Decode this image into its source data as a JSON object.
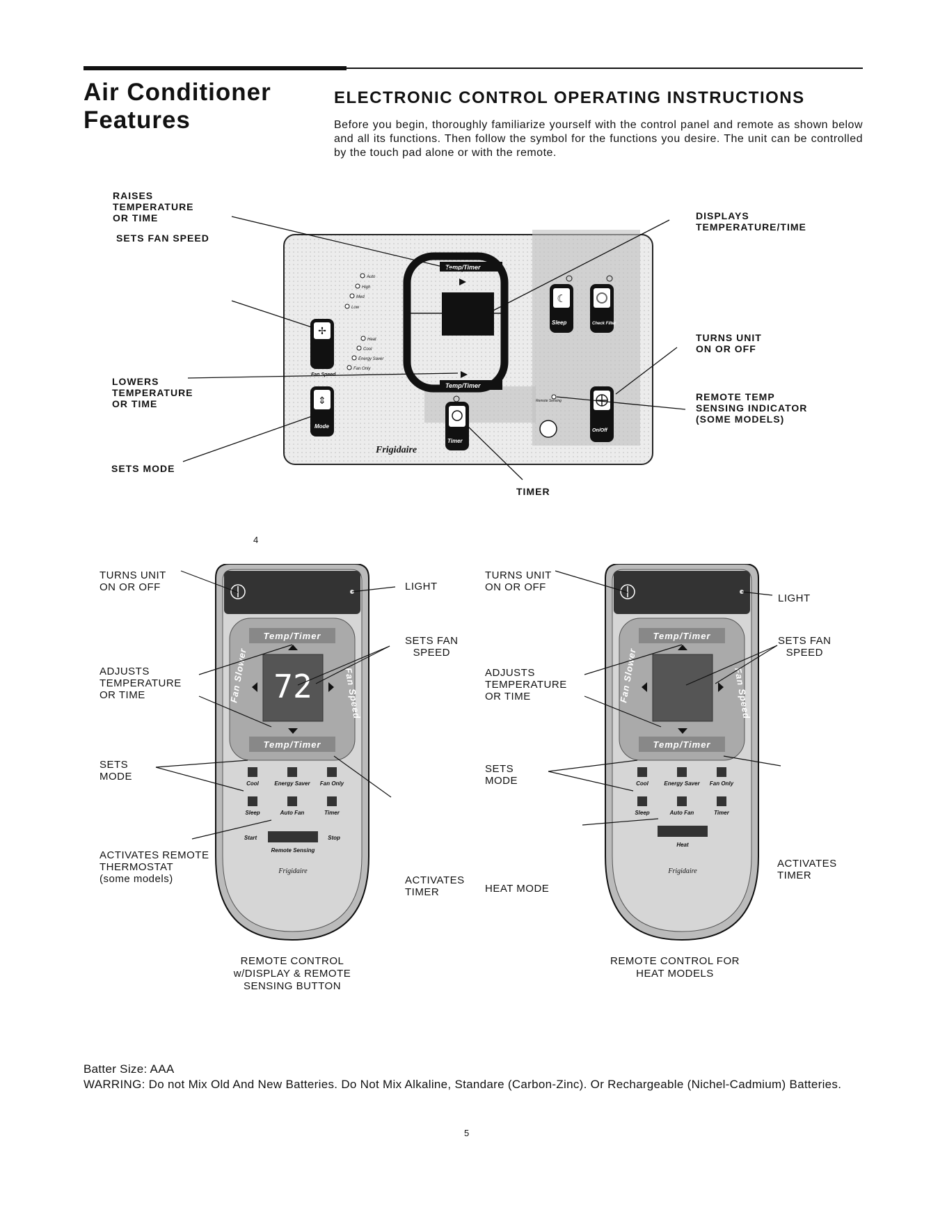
{
  "section_title": "Air Conditioner Features",
  "main_heading": "ELECTRONIC CONTROL OPERATING INSTRUCTIONS",
  "intro": "Before you begin, thoroughly familiarize yourself with the control panel and remote as shown below and all its functions. Then follow the symbol for the functions you desire. The unit can be controlled by the touch pad alone or with the remote.",
  "panel": {
    "callouts": {
      "raises": "RAISES\nTEMPERATURE\nOR TIME",
      "fan_speed": "SETS FAN SPEED",
      "lowers": "LOWERS\nTEMPERATURE\nOR TIME",
      "sets_mode": "SETS MODE",
      "displays": "DISPLAYS\nTEMPERATURE/TIME",
      "turns_unit": "TURNS UNIT\nON OR OFF",
      "remote_temp": "REMOTE TEMP\nSENSING INDICATOR\n(SOME MODELS)",
      "timer": "TIMER"
    },
    "buttons": {
      "fan": "Fan Speed",
      "mode": "Mode",
      "sleep": "Sleep",
      "check_filter": "Check Filter",
      "timer": "Timer",
      "on_off": "On/Off"
    },
    "temp_timer": "Temp/Timer",
    "fan_leds": [
      "Auto",
      "High",
      "Med",
      "Low"
    ],
    "mode_leds": [
      "Heat",
      "Cool",
      "Energy Saver",
      "Fan Only"
    ],
    "remote_sensing": "Remote Sensing",
    "brand": "Frigidaire",
    "page_number": "4"
  },
  "remote1": {
    "callouts": {
      "turns_unit": "TURNS UNIT\nON OR OFF",
      "light": "LIGHT",
      "fan_speed": "SETS FAN\nSPEED",
      "adjusts": "ADJUSTS\nTEMPERATURE\nOR TIME",
      "sets_mode": "SETS\nMODE",
      "activates_remote": "ACTIVATES REMOTE\nTHERMOSTAT\n(some models)",
      "activates_timer": "ACTIVATES\nTIMER"
    },
    "display_value": "72",
    "caption": "REMOTE CONTROL\nw/DISPLAY & REMOTE\nSENSING BUTTON"
  },
  "remote2": {
    "callouts": {
      "turns_unit": "TURNS UNIT\nON OR OFF",
      "light": "LIGHT",
      "fan_speed": "SETS FAN\nSPEED",
      "adjusts": "ADJUSTS\nTEMPERATURE\nOR TIME",
      "sets_mode": "SETS\nMODE",
      "activates_timer": "ACTIVATES\nTIMER",
      "heat_mode": "HEAT MODE"
    },
    "caption": "REMOTE CONTROL FOR\nHEAT MODELS"
  },
  "remote_buttons": {
    "temp_timer": "Temp/Timer",
    "fan_speed": "Fan Speed",
    "fan_slow": "Fan Slower",
    "row1": [
      "Cool",
      "Energy Saver",
      "Fan Only"
    ],
    "row2": [
      "Sleep",
      "Auto Fan",
      "Timer"
    ],
    "start": "Start",
    "stop": "Stop",
    "remote_sensing": "Remote Sensing",
    "heat": "Heat",
    "brand": "Frigidaire"
  },
  "battery_size": "Batter Size: AAA",
  "warning": "WARRING: Do not Mix Old And New Batteries. Do Not Mix Alkaline, Standare (Carbon-Zinc). Or Rechargeable (Nichel-Cadmium) Batteries.",
  "page_number": "5"
}
